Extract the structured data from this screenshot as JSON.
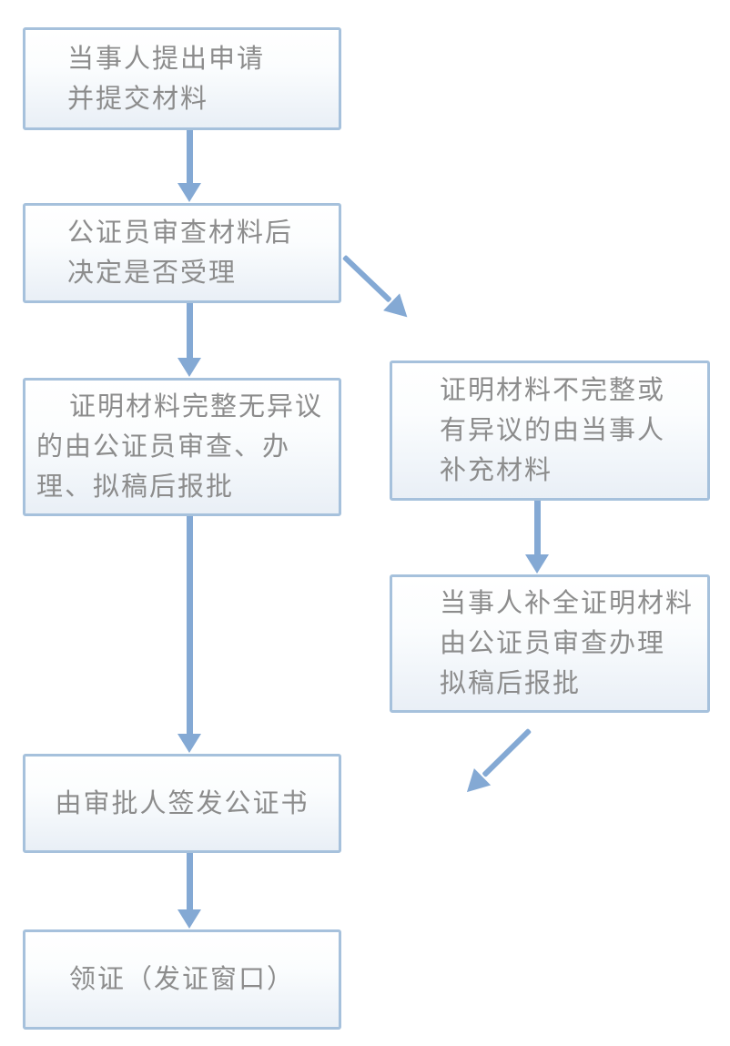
{
  "diagram_type": "flowchart",
  "colors": {
    "box_border": "#a6c1dc",
    "box_fill_top": "#ffffff",
    "box_fill_bottom": "#e9eff6",
    "arrow": "#84a9d4",
    "text": "#8c8c8c"
  },
  "nodes": {
    "apply": {
      "text": "当事人提出申请\n并提交材料"
    },
    "review": {
      "text": "公证员审查材料后\n决定是否受理"
    },
    "complete": {
      "text": "证明材料完整无异议\n的由公证员审查、办\n理、拟稿后报批"
    },
    "incomplete": {
      "text": "证明材料不完整或\n有异议的由当事人\n补充材料"
    },
    "supplement": {
      "text": "当事人补全证明材料\n由公证员审查办理\n拟稿后报批"
    },
    "issue": {
      "text": "由审批人签发公证书"
    },
    "collect": {
      "text": "领证（发证窗口）"
    }
  },
  "connectors": [
    {
      "from": "apply",
      "to": "review",
      "direction": "down"
    },
    {
      "from": "review",
      "to": "complete",
      "direction": "down"
    },
    {
      "from": "review",
      "to": "incomplete",
      "direction": "down-right-diagonal"
    },
    {
      "from": "complete",
      "to": "issue",
      "direction": "down"
    },
    {
      "from": "incomplete",
      "to": "supplement",
      "direction": "down"
    },
    {
      "from": "supplement",
      "to": "",
      "direction": "down-left-diagonal"
    },
    {
      "from": "issue",
      "to": "collect",
      "direction": "down"
    }
  ]
}
